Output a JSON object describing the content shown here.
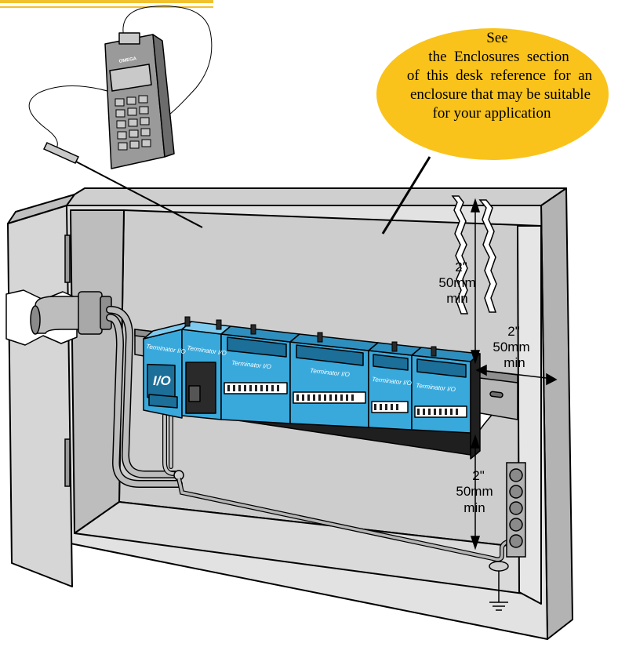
{
  "callout": {
    "lines": [
      "See",
      "the  Enclosures  section",
      "of  this  desk  reference  for  an",
      "enclosure that may be suitable",
      "for your application"
    ]
  },
  "clearances": {
    "top": {
      "value": "2\"",
      "metric": "50mm",
      "suffix": "min"
    },
    "side": {
      "value": "2\"",
      "metric": "50mm",
      "suffix": "min"
    },
    "bottom": {
      "value": "2\"",
      "metric": "50mm",
      "suffix": "min"
    }
  },
  "modules": {
    "brand_label": "Terminator I/O",
    "base_logo": "I/O"
  },
  "meter": {
    "brand": "OMEGA"
  },
  "colors": {
    "module_blue": "#39a9dc",
    "module_dark": "#1b6f99",
    "callout_yellow": "#f9c31b",
    "enclosure_fill": "#d4d4d4",
    "enclosure_dark": "#a9a9a9",
    "accent_rule": "#f2c12e"
  }
}
